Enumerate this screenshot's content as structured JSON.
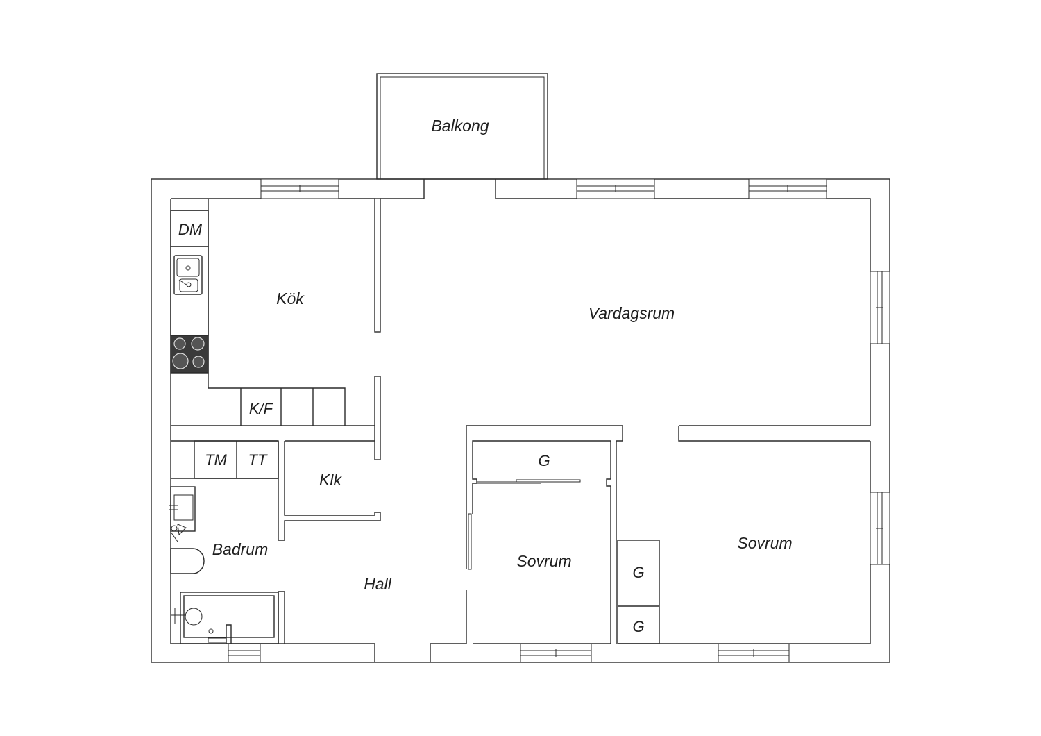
{
  "rooms": {
    "balcony": "Balkong",
    "kitchen": "Kök",
    "living_room": "Vardagsrum",
    "bathroom": "Badrum",
    "closet": "Klk",
    "hall": "Hall",
    "bedroom_1": "Sovrum",
    "bedroom_2": "Sovrum"
  },
  "fixtures": {
    "dishwasher": "DM",
    "fridge_freezer": "K/F",
    "washing_machine": "TM",
    "tumble_dryer": "TT",
    "wardrobe_bedroom_1": "G",
    "wardrobe_bedroom_2_upper": "G",
    "wardrobe_bedroom_2_lower": "G"
  },
  "colors": {
    "wall": "#2a2a2a",
    "background": "#ffffff",
    "stove": "#3a3a3a"
  }
}
